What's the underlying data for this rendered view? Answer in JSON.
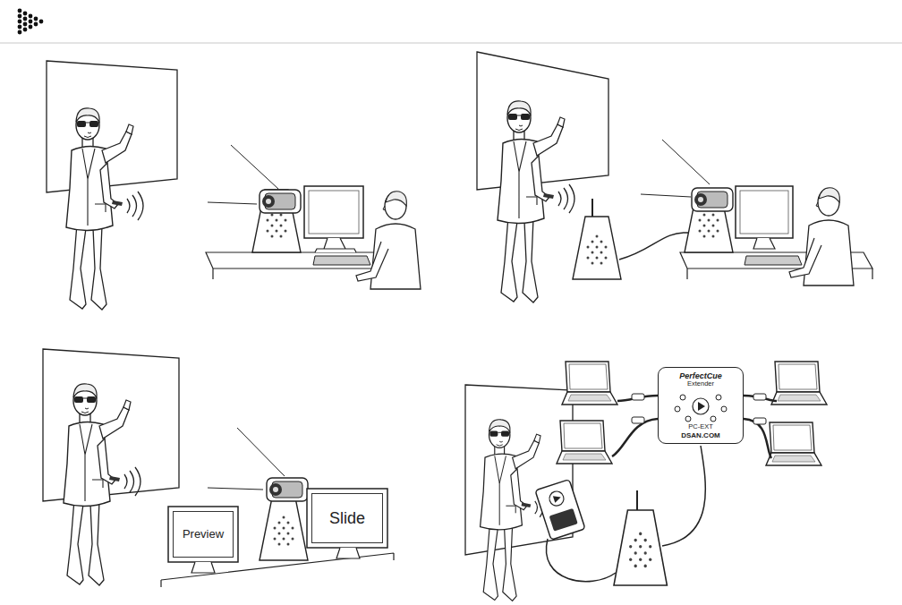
{
  "diagram": {
    "nodes": [
      {
        "text": [
          "Preview"
        ]
      },
      {
        "text": [
          "Slide"
        ]
      },
      {
        "text": [
          "PerfectCue",
          "Extender",
          "PC-EXT",
          "DSAN.COM"
        ]
      }
    ]
  }
}
